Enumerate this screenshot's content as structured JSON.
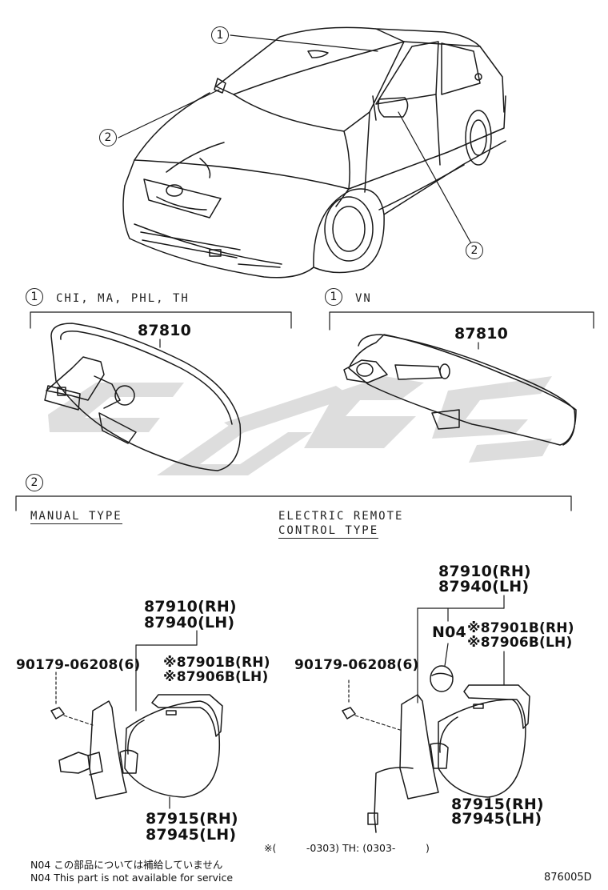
{
  "callouts": {
    "one": "1",
    "two": "2"
  },
  "inner_mirror": {
    "variant_a_label": "CHI, MA, PHL, TH",
    "variant_b_label": "VN",
    "part_a": "87810",
    "part_b": "87810"
  },
  "outer_mirror": {
    "manual_label": "MANUAL TYPE",
    "electric_label_line1": "ELECTRIC REMOTE",
    "electric_label_line2": "CONTROL TYPE",
    "manual_parts": {
      "assy_rh": "87910(RH)",
      "assy_lh": "87940(LH)",
      "screw": "90179-06208(6)",
      "cover_rh": "※87901B(RH)",
      "cover_lh": "※87906B(LH)",
      "mirror_rh": "87915(RH)",
      "mirror_lh": "87945(LH)"
    },
    "electric_parts": {
      "assy_rh": "87910(RH)",
      "assy_lh": "87940(LH)",
      "n04": "N04",
      "screw": "90179-06208(6)",
      "cover_rh": "※87901B(RH)",
      "cover_lh": "※87906B(LH)",
      "mirror_rh": "87915(RH)",
      "mirror_lh": "87945(LH)"
    }
  },
  "notes": {
    "date_range": "※(　　　-0303) TH: (0303-　　　)",
    "n04_jp": "N04 この部品については補給していません",
    "n04_en": "N04 This part is not available for service"
  },
  "drawing_code": "876005D",
  "watermark_color": "#d8d8d8"
}
